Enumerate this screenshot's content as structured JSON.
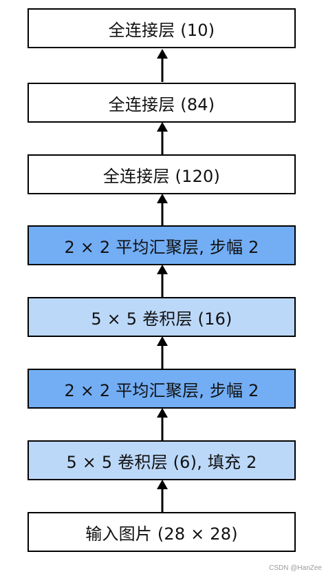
{
  "diagram": {
    "layers": [
      {
        "id": "fc-10",
        "label": "全连接层 (10)",
        "fill": "#ffffff"
      },
      {
        "id": "fc-84",
        "label": "全连接层 (84)",
        "fill": "#ffffff"
      },
      {
        "id": "fc-120",
        "label": "全连接层 (120)",
        "fill": "#ffffff"
      },
      {
        "id": "pool-2",
        "label": "2 × 2 平均汇聚层, 步幅 2",
        "fill": "#73aef5"
      },
      {
        "id": "conv-16",
        "label": "5 × 5 卷积层 (16)",
        "fill": "#bcd8f9"
      },
      {
        "id": "pool-1",
        "label": "2 × 2 平均汇聚层, 步幅 2",
        "fill": "#73aef5"
      },
      {
        "id": "conv-6",
        "label": "5 × 5 卷积层 (6), 填充 2",
        "fill": "#bcd8f9"
      },
      {
        "id": "input",
        "label": "输入图片 (28 × 28)",
        "fill": "#ffffff"
      }
    ],
    "arrow_direction": "up",
    "arrow_color": "#000000"
  },
  "watermark": "CSDN @HanZee"
}
